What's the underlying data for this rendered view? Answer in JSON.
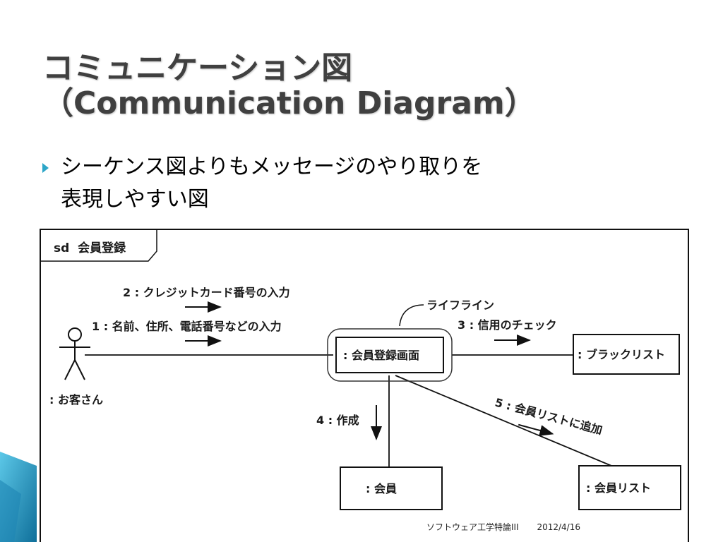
{
  "slide": {
    "title_line1": "コミュニケーション図",
    "title_line2": "（Communication Diagram）",
    "bullet_line1": "シーケンス図よりもメッセージのやり取りを",
    "bullet_line2": "表現しやすい図"
  },
  "diagram": {
    "frame_label": "sd  会員登録",
    "actor": ": お客さん",
    "lifeline_note": "ライフライン",
    "objects": {
      "registration_screen": ": 会員登録画面",
      "blacklist": ": ブラックリスト",
      "member": ": 会員",
      "member_list": ": 会員リスト"
    },
    "messages": {
      "m1": "1 : 名前、住所、電話番号などの入力",
      "m2": "2 : クレジットカード番号の入力",
      "m3": "3 : 信用のチェック",
      "m4": "4 : 作成",
      "m5": "5 : 会員リストに追加"
    }
  },
  "footer": {
    "course": "ソフトウェア工学特論III",
    "date": "2012/4/16"
  },
  "colors": {
    "accent": "#2da6c8",
    "title": "#404040"
  }
}
